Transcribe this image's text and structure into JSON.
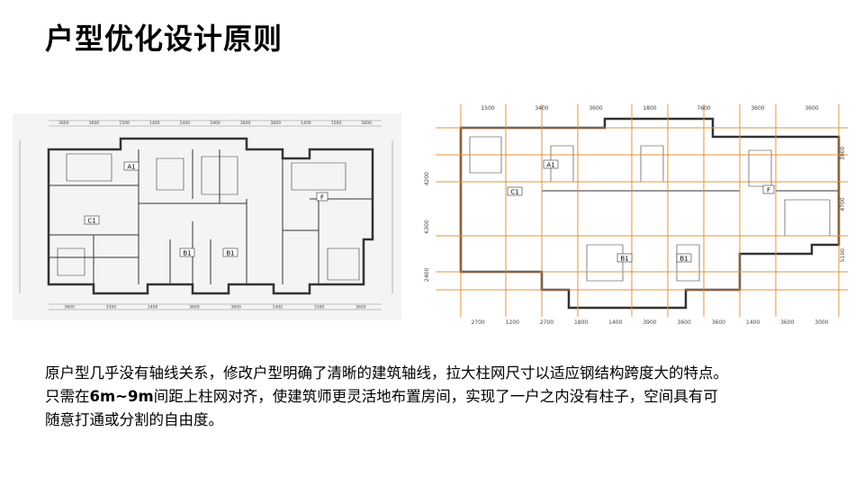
{
  "slide": {
    "title": "户型优化设计原则",
    "paragraph": {
      "line1": "原户型几乎没有轴线关系，修改户型明确了清晰的建筑轴线，拉大柱网尺寸以适应钢结构跨度大的特点。",
      "line2_prefix": "只需在",
      "line2_bold": "6m~9m",
      "line2_suffix": "间距上柱网对齐，使建筑师更灵活地布置房间，实现了一户之内没有柱子，空间具有可",
      "line3": "随意打通或分割的自由度。"
    }
  },
  "left_plan": {
    "unit_labels": [
      "A1",
      "C1",
      "B1",
      "B1",
      "F"
    ],
    "top_dims": [
      "3600",
      "3600",
      "1500",
      "1400",
      "2400",
      "1800",
      "3600",
      "3600",
      "1400",
      "1500",
      "3600"
    ],
    "bottom_dims": [
      "3600",
      "3300",
      "1400",
      "3600",
      "3600",
      "1400",
      "3300",
      "3600"
    ],
    "colors": {
      "wall": "#333333",
      "line": "#888888"
    }
  },
  "right_plan": {
    "unit_labels": [
      "A1",
      "C1",
      "B1",
      "B1",
      "F"
    ],
    "top_dims": [
      "1500",
      "3400",
      "3600",
      "1800",
      "7600",
      "3600",
      "3600"
    ],
    "bottom_dims": [
      "2700",
      "1200",
      "2700",
      "1800",
      "1400",
      "3900",
      "3600",
      "3600",
      "1400",
      "3600",
      "3000"
    ],
    "left_dims": [
      "4200",
      "6300",
      "2400"
    ],
    "right_dims": [
      "3900",
      "4700",
      "5100"
    ],
    "colors": {
      "axis": "#e8913a",
      "wall": "#333333"
    }
  }
}
